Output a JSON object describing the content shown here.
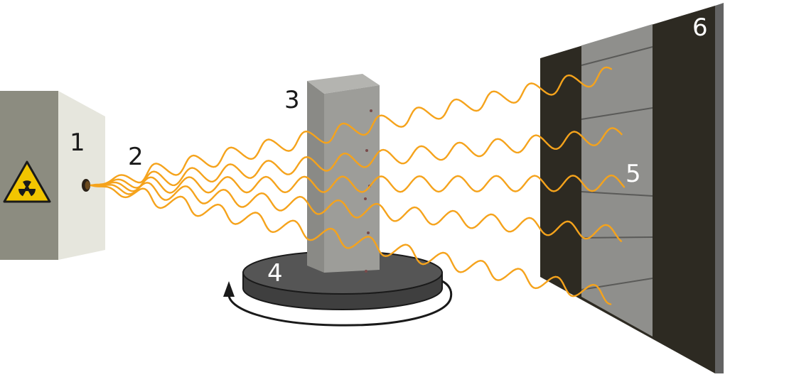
{
  "labels": {
    "source": "1",
    "radiation": "2",
    "sample": "3",
    "turntable": "4",
    "detector": "5",
    "shield": "6"
  },
  "colors": {
    "wave": "#f5a31c",
    "source_box_front": "#e6e6dd",
    "source_box_side": "#8c8c80",
    "warning_yellow": "#f2c500",
    "concrete": "#9a9a96",
    "turntable_top": "#555555",
    "turntable_side": "#3f3f3f",
    "detector_panel": "#8f8f8c",
    "shield_dark": "#2d2a22",
    "shield_edge": "#5f5f5f"
  },
  "icons": {
    "hazard": "radiation-hazard-icon",
    "rotation": "rotation-arrow-icon"
  }
}
